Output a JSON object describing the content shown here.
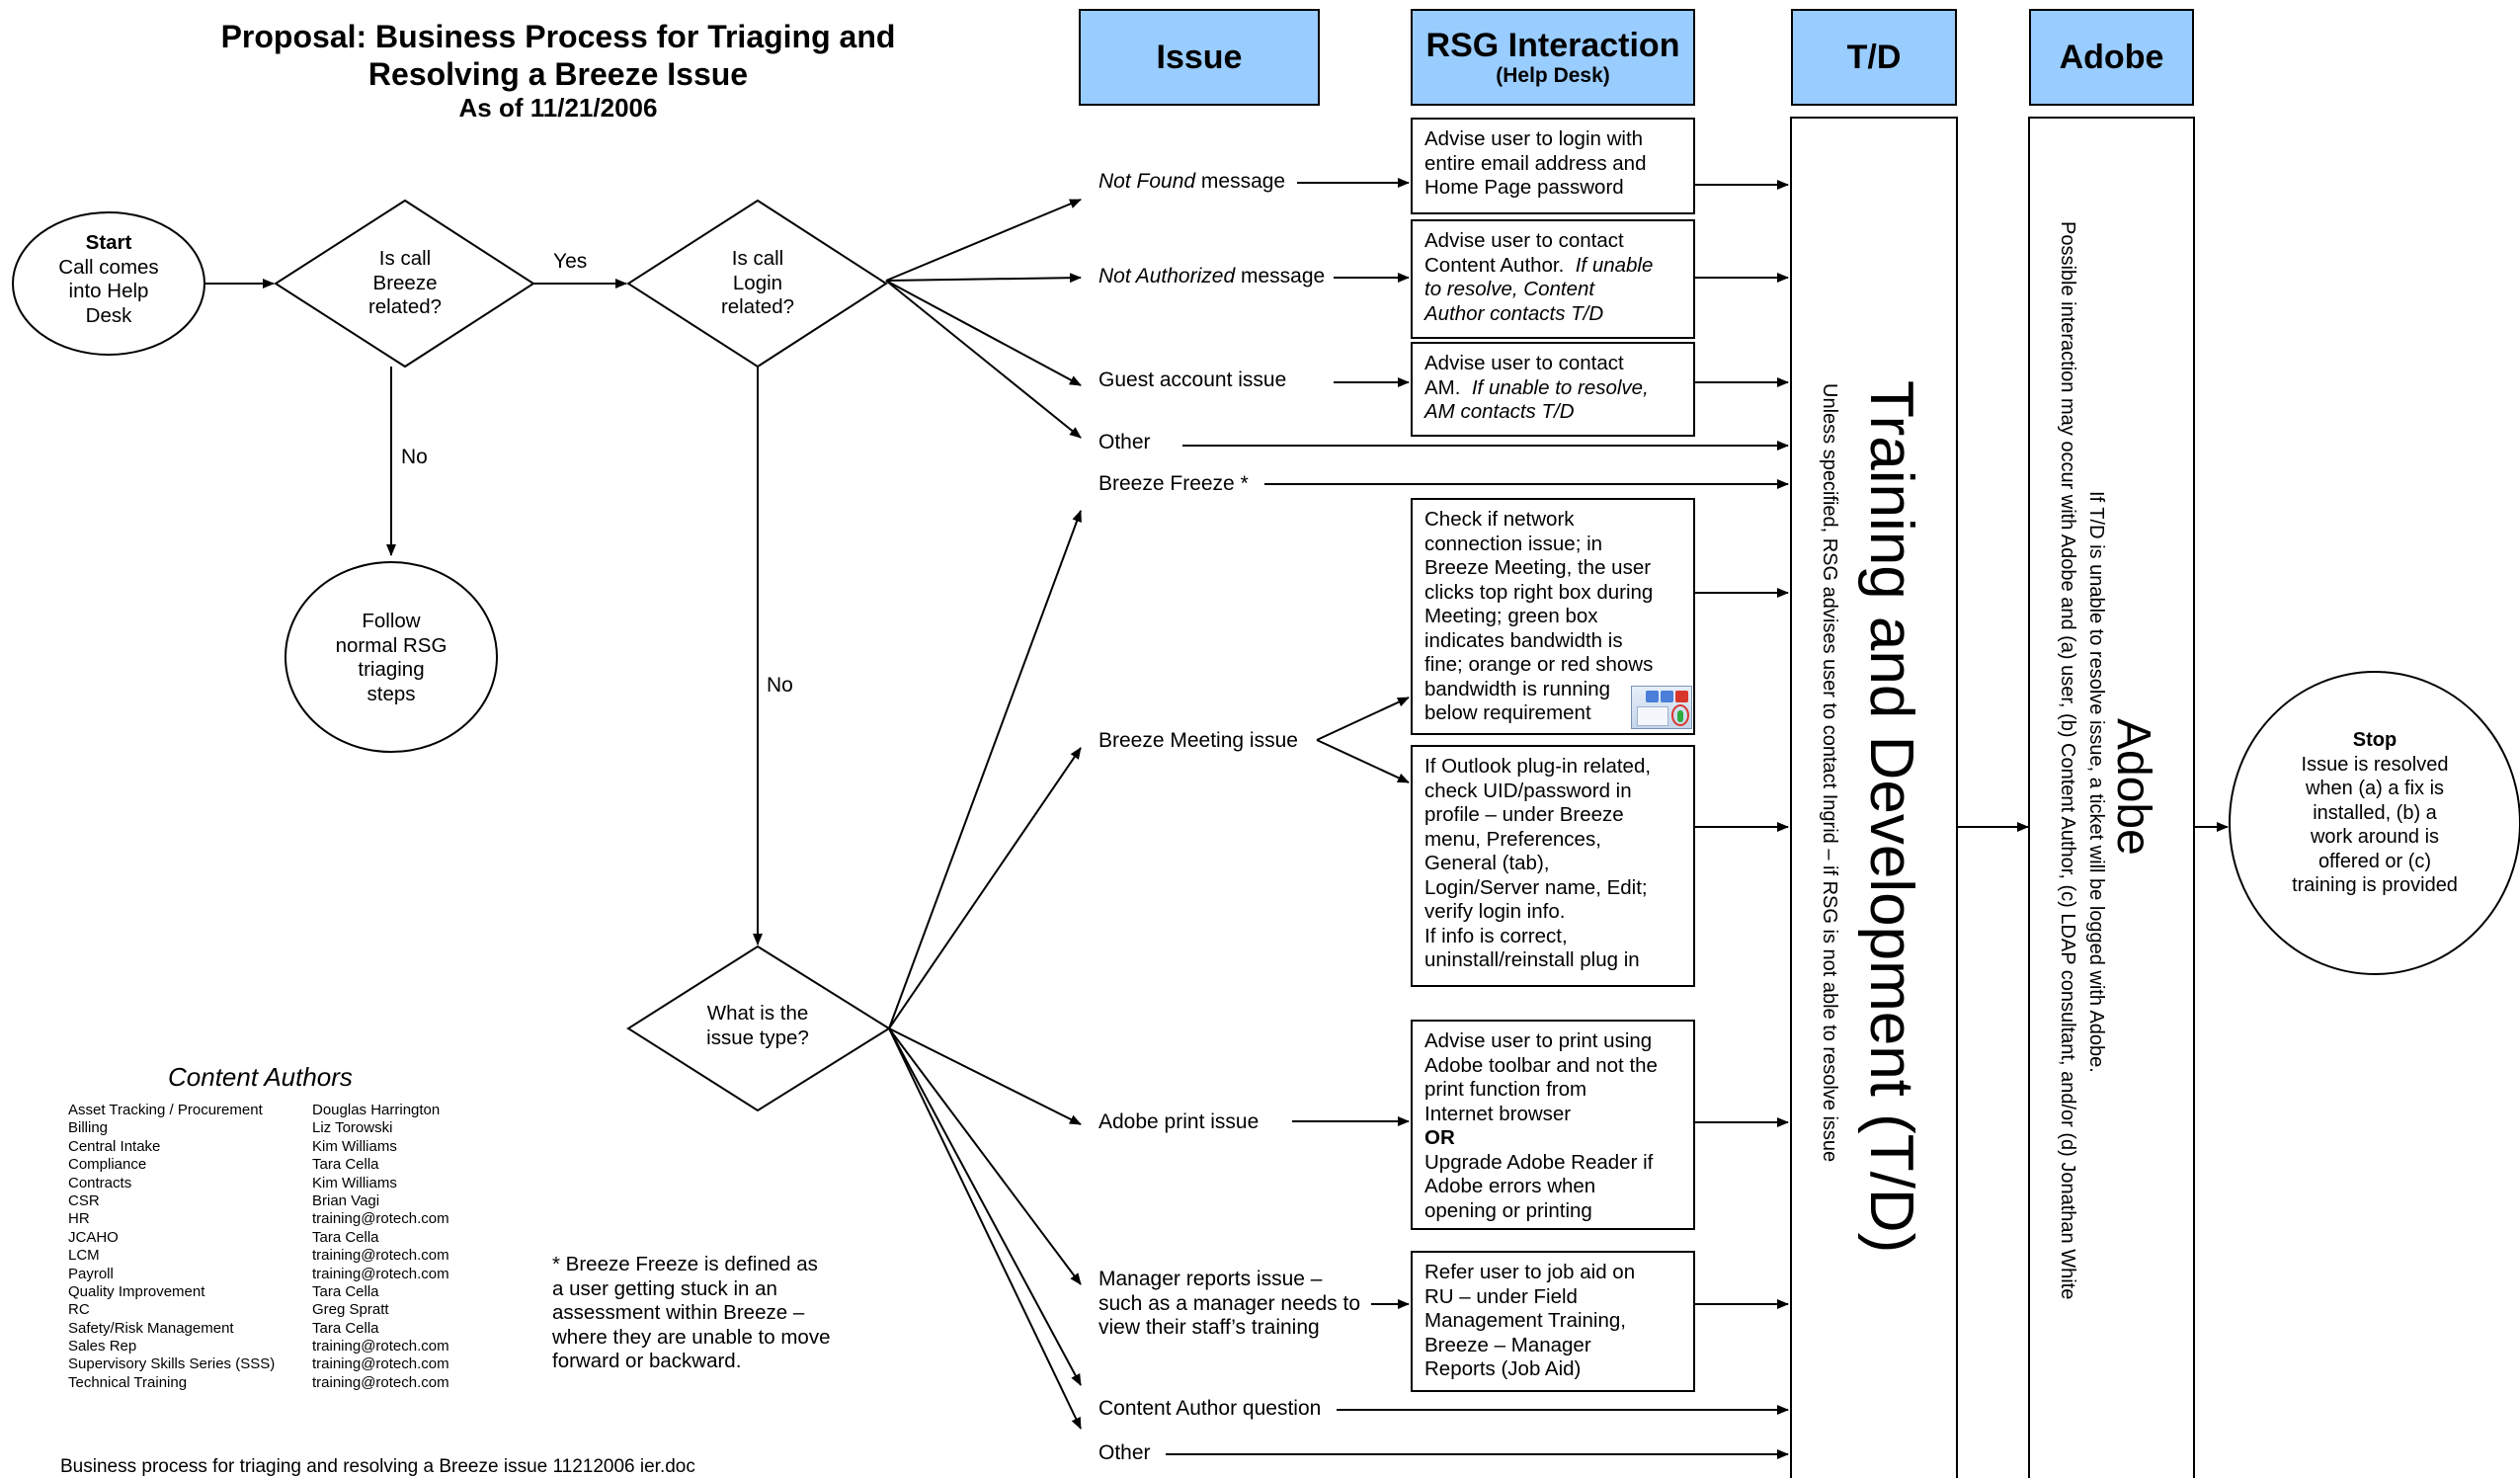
{
  "title": {
    "line1": "Proposal:  Business Process for Triaging and",
    "line2": "Resolving a Breeze Issue",
    "as_of": "As of 11/21/2006"
  },
  "headers": {
    "issue": "Issue",
    "rsg": "RSG Interaction",
    "rsg_sub": "(Help Desk)",
    "td": "T/D",
    "adobe": "Adobe"
  },
  "start": {
    "label": "Start",
    "text1": "Call comes",
    "text2": "into Help",
    "text3": "Desk"
  },
  "decisions": {
    "breeze_related": [
      "Is call",
      "Breeze",
      "related?"
    ],
    "login_related": [
      "Is call",
      "Login",
      "related?"
    ],
    "issue_type": [
      "What is the",
      "issue type?"
    ]
  },
  "edge_labels": {
    "yes": "Yes",
    "no1": "No",
    "no2": "No"
  },
  "follow_rsg": [
    "Follow",
    "normal RSG",
    "triaging",
    "steps"
  ],
  "issues": {
    "not_found_em": "Not Found",
    "not_found_rest": " message",
    "not_authorized_em": "Not Authorized",
    "not_authorized_rest": " message",
    "guest": "Guest account issue",
    "other1": "Other",
    "breeze_freeze": "Breeze Freeze *",
    "breeze_meeting": "Breeze Meeting issue",
    "adobe_print": "Adobe print issue",
    "manager1": "Manager reports issue –",
    "manager2": "such as a manager needs to",
    "manager3": "view their staff’s training",
    "content_author": "Content Author question",
    "other2": "Other"
  },
  "rsg_boxes": {
    "not_found": [
      "Advise user to login with",
      "entire email address and",
      "Home Page password"
    ],
    "not_authorized": [
      "Advise user to contact",
      "Content Author.",
      "If unable",
      "to resolve, Content",
      "Author contacts T/D"
    ],
    "guest": [
      "Advise user to contact",
      "AM.",
      "If unable to resolve,",
      "AM contacts T/D"
    ],
    "network": [
      "Check if network",
      "connection issue; in",
      "Breeze Meeting, the user",
      "clicks top right box during",
      "Meeting; green box",
      "indicates bandwidth is",
      "fine; orange or red shows",
      "bandwidth is running",
      "below requirement"
    ],
    "outlook": [
      "If Outlook plug-in related,",
      "check UID/password in",
      "profile – under Breeze",
      "menu, Preferences,",
      "General (tab),",
      "Login/Server name, Edit;",
      "verify login info.",
      "If info is correct,",
      "uninstall/reinstall plug in"
    ],
    "print": [
      "Advise user to print using",
      "Adobe toolbar and not the",
      "print function from",
      "Internet browser",
      "OR",
      "Upgrade Adobe Reader if",
      "Adobe errors when",
      "opening or printing"
    ],
    "manager": [
      "Refer user to job aid on",
      "RU – under Field",
      "Management Training,",
      "Breeze – Manager",
      "Reports (Job Aid)"
    ]
  },
  "td_column": {
    "title": "Training and Development (T/D)",
    "note": "Unless specified, RSG advises user to contact Ingrid – if RSG is not able to resolve issue"
  },
  "adobe_column": {
    "title": "Adobe",
    "line1": "If T/D is unable to resolve issue, a ticket will be logged with Adobe.",
    "line2": "Possible interaction may occur with Adobe and (a) user, (b) Content Author, (c) LDAP consultant, and/or (d) Jonathan White"
  },
  "stop": {
    "label": "Stop",
    "lines": [
      "Issue is resolved",
      "when (a) a fix is",
      "installed, (b) a",
      "work around is",
      "offered or (c)",
      "training is provided"
    ]
  },
  "content_authors": {
    "heading": "Content Authors",
    "rows": [
      [
        "Asset Tracking / Procurement",
        "Douglas Harrington"
      ],
      [
        "Billing",
        "Liz Torowski"
      ],
      [
        "Central Intake",
        "Kim Williams"
      ],
      [
        "Compliance",
        "Tara Cella"
      ],
      [
        "Contracts",
        "Kim Williams"
      ],
      [
        "CSR",
        "Brian Vagi"
      ],
      [
        "HR",
        "training@rotech.com"
      ],
      [
        "JCAHO",
        "Tara Cella"
      ],
      [
        "LCM",
        "training@rotech.com"
      ],
      [
        "Payroll",
        "training@rotech.com"
      ],
      [
        "Quality Improvement",
        "Tara Cella"
      ],
      [
        "RC",
        "Greg Spratt"
      ],
      [
        "Safety/Risk Management",
        "Tara Cella"
      ],
      [
        "Sales Rep",
        "training@rotech.com"
      ],
      [
        "Supervisory Skills Series (SSS)",
        "training@rotech.com"
      ],
      [
        "Technical Training",
        "training@rotech.com"
      ]
    ]
  },
  "footnote": [
    "* Breeze Freeze is defined as",
    "a user getting stuck in an",
    "assessment within Breeze –",
    "where they are unable to move",
    "forward or backward."
  ],
  "footer": "Business process for triaging and resolving a Breeze issue 11212006 ier.doc",
  "colors": {
    "header_fill": "#99ccff",
    "line": "#000000"
  }
}
